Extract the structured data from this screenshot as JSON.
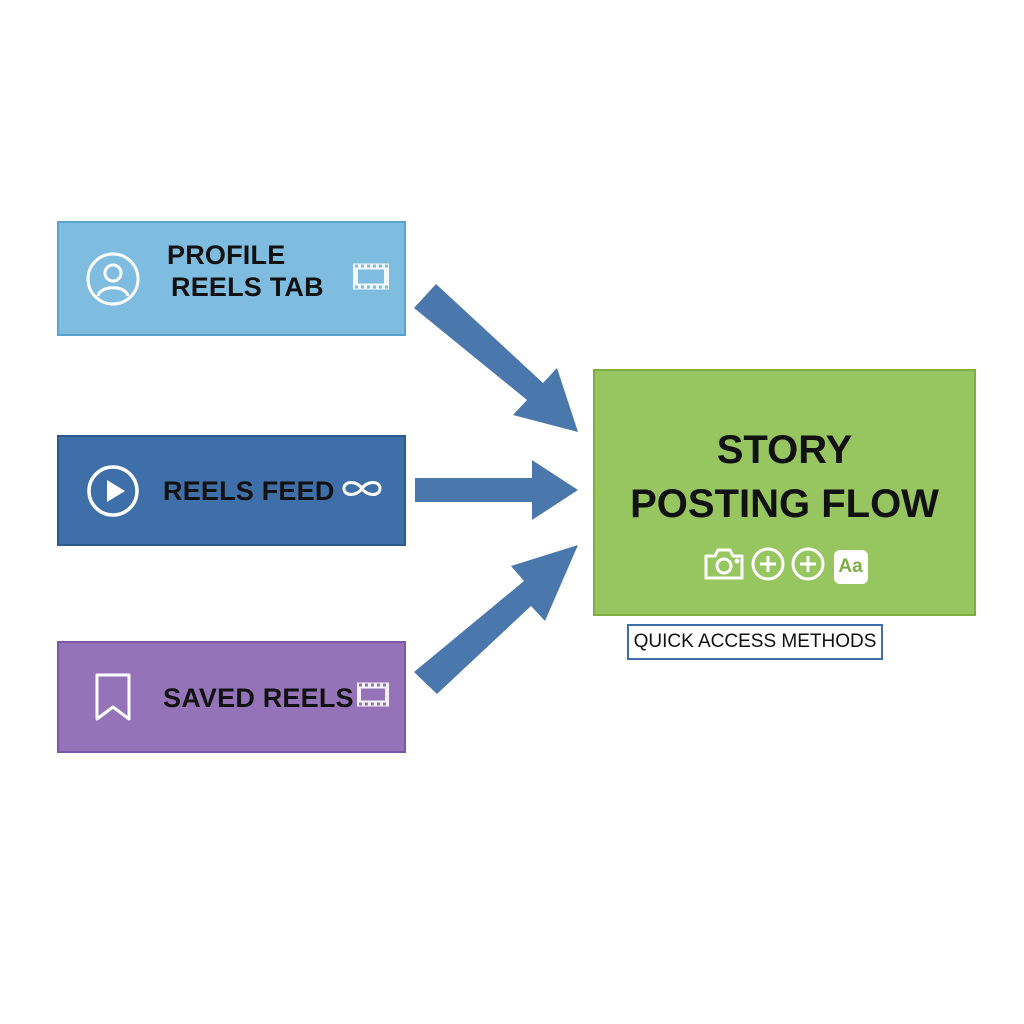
{
  "sources": [
    {
      "label_lines": [
        "PROFILE",
        "REELS TAB"
      ],
      "lead_icon": "person-circle-icon",
      "trail_icon": "film-strip-icon"
    },
    {
      "label": "REELS FEED",
      "lead_icon": "play-circle-icon",
      "trail_icon": "infinity-icon"
    },
    {
      "label": "SAVED REELS",
      "lead_icon": "bookmark-icon",
      "trail_icon": "film-strip-icon"
    }
  ],
  "target": {
    "title_lines": [
      "STORY",
      "POSTING FLOW"
    ],
    "icons": [
      "camera-icon",
      "plus-circle-icon",
      "plus-circle-icon",
      "text-icon"
    ],
    "text_icon_label": "Aa"
  },
  "caption": "QUICK ACCESS METHODS",
  "colors": {
    "profile": "#7fbde0",
    "feed": "#3f6fa8",
    "saved": "#9473b8",
    "target": "#97c55f",
    "arrow": "#4a78ad"
  }
}
